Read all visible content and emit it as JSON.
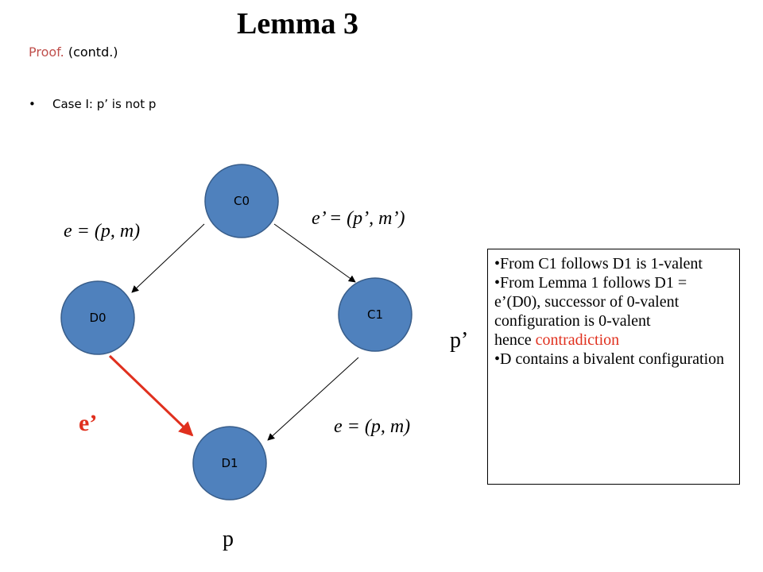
{
  "title": "Lemma 3",
  "proof": {
    "keyword": "Proof.",
    "rest": " (contd.)"
  },
  "bullet": {
    "dot": "•",
    "text": "Case I: p’ is not p"
  },
  "nodes": {
    "c0": "C0",
    "d0": "D0",
    "c1": "C1",
    "d1": "D1"
  },
  "edges": {
    "c0_d0": "e = (p, m)",
    "c0_c1": "e’ = (p’, m’)",
    "c1_d1": "e = (p, m)",
    "d0_d1": "e’"
  },
  "process_labels": {
    "right": "p’",
    "bottom": "p"
  },
  "note": {
    "item1": "•From C1 follows D1 is 1-valent",
    "item2": "•From Lemma 1 follows D1 = e’(D0),  successor of 0-valent configuration is 0-valent",
    "item2_hence": "hence ",
    "item2_red": "contradiction",
    "item3": "•D contains a bivalent configuration"
  },
  "colors": {
    "node_fill": "#4f81bd",
    "node_stroke": "#385d8a",
    "highlight": "#e0301e",
    "proof_keyword": "#c0504d"
  }
}
